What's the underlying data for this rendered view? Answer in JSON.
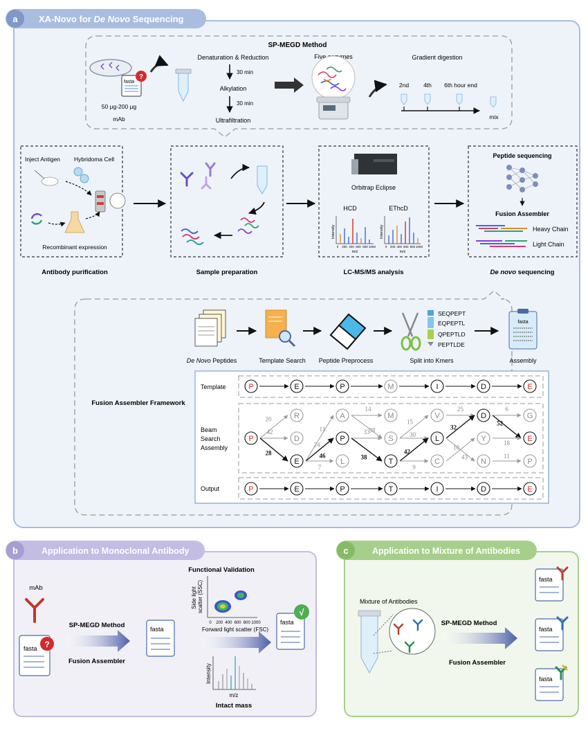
{
  "colors": {
    "panel_a_bg": "#eef3fa",
    "panel_a_border": "#a7bcd9",
    "pill_a": "#a9bde0",
    "panel_b_bg": "#f1f0f7",
    "pill_b": "#c3bce3",
    "panel_c_bg": "#f1f7ec",
    "pill_c": "#a6cf8b",
    "accent_red": "#d42a2a",
    "arrow_blue": "#4a5fa8"
  },
  "panel_a": {
    "letter": "a",
    "title_prefix": "XA-Novo for ",
    "title_italic": "De Novo",
    "title_suffix": " Sequencing",
    "spmegd": {
      "title": "SP-MEGD Method",
      "amount": "50 μg-200 μg",
      "mab": "mAb",
      "fasta": "fasta",
      "question": "?",
      "step1": "Denaturation & Reduction",
      "time1": "30 min",
      "step2": "Alkylation",
      "time2": "30 min",
      "step3": "Ultrafiltration",
      "enzymes": "Five enzymes",
      "gradient": "Gradient digestion",
      "t_2nd": "2nd",
      "t_4th": "4th",
      "t_6th": "6th hour end",
      "mix": "mix"
    },
    "purification": {
      "inject": "Inject Antigen",
      "hybridoma": "Hybridoma Cell",
      "recombinant": "Recombinant expression",
      "label": "Antibody purification"
    },
    "sample_prep": {
      "label": "Sample preparation"
    },
    "lcms": {
      "instrument": "Orbitrap Eclipse",
      "hcd": "HCD",
      "ethcd": "EThcD",
      "intensity": "Intensity",
      "mz": "m/z",
      "ticks": [
        "0",
        "200",
        "400",
        "600",
        "800",
        "1000"
      ],
      "label": "LC-MS/MS analysis"
    },
    "denovo": {
      "peptide_seq": "Peptide sequencing",
      "fusion": "Fusion Assembler",
      "heavy": "Heavy Chain",
      "light": "Light  Chain",
      "label_italic": "De novo",
      "label_rest": " sequencing"
    },
    "fusion_pipeline": {
      "peptides_italic": "De Novo",
      "peptides_rest": " Peptides",
      "template_search": "Template Search",
      "preprocess": "Peptide Preprocess",
      "kmers": "Split into Kmers",
      "kmer_list": [
        "SEQPEPT",
        "EQPEPTL",
        "QPEPTLD",
        "PEPTLDE"
      ],
      "assembly": "Assembly",
      "fasta": "fasta"
    },
    "framework": {
      "title": "Fusion Assembler Framework",
      "template_label": "Template",
      "beam_label": [
        "Beam",
        "Search",
        "Assembly"
      ],
      "output_label": "Output",
      "template_seq": [
        "P",
        "E",
        "P",
        "M",
        "I",
        "D",
        "E"
      ],
      "beam_rows": [
        [
          "",
          "R",
          "A",
          "M",
          "V",
          "D",
          "G"
        ],
        [
          "P",
          "D",
          "P",
          "S",
          "L",
          "Y",
          "E"
        ],
        [
          "",
          "E",
          "L",
          "T",
          "C",
          "N",
          "P"
        ]
      ],
      "output_seq": [
        "P",
        "E",
        "P",
        "T",
        "I",
        "D",
        "E"
      ],
      "weights": [
        "20",
        "42",
        "28",
        "11",
        "24",
        "46",
        "7",
        "14",
        "38",
        "33",
        "38",
        "15",
        "30",
        "42",
        "9",
        "25",
        "32",
        "10",
        "43",
        "6",
        "52",
        "18",
        "11"
      ]
    }
  },
  "panel_b": {
    "letter": "b",
    "title": "Application to Monoclonal Antibody",
    "mab": "mAb",
    "fasta": "fasta",
    "question": "?",
    "method": "SP-MEGD Method",
    "assembler": "Fusion Assembler",
    "functional": "Functional Validation",
    "ssc": [
      "Side light",
      "scatter (SSC)"
    ],
    "fsc": "Forward light scatter (FSC)",
    "ticks": [
      "0",
      "200",
      "400",
      "600",
      "800",
      "1000"
    ],
    "intensity": "Intensity",
    "mz": "m/z",
    "intact": "Intact mass",
    "check": "√"
  },
  "panel_c": {
    "letter": "c",
    "title": "Application to Mixture of Antibodies",
    "mixture": "Mixture of  Antibodies",
    "method": "SP-MEGD Method",
    "assembler": "Fusion Assembler",
    "fasta": "fasta"
  }
}
